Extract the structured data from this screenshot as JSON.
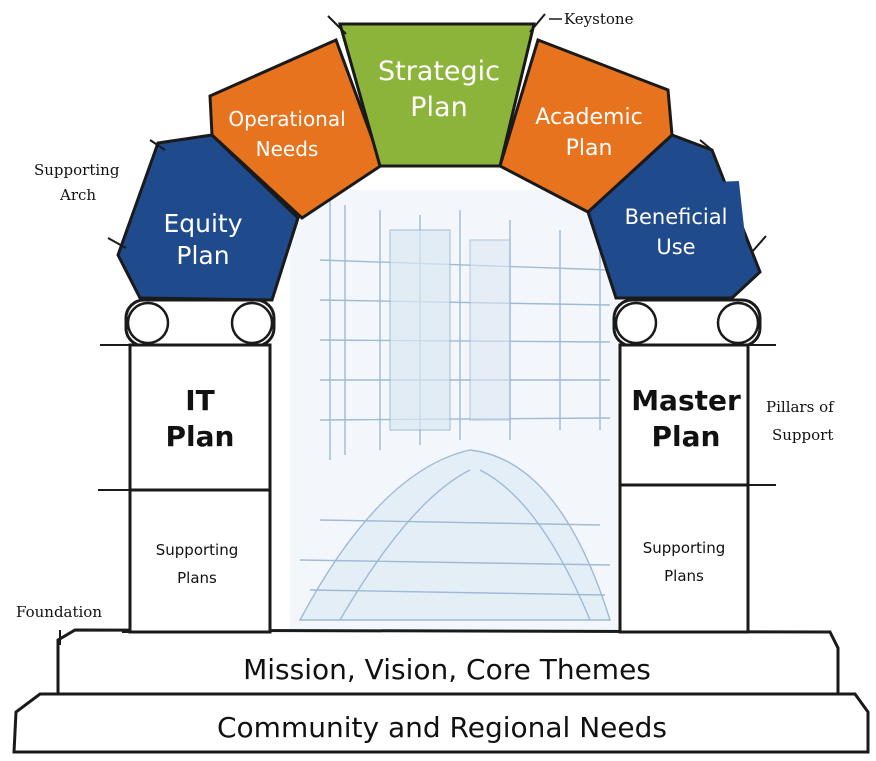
{
  "diagram": {
    "keystone": {
      "label": "Strategic Plan",
      "line1": "Strategic",
      "line2": "Plan",
      "color": "#8cb43a"
    },
    "arch_left_upper": {
      "line1": "Operational",
      "line2": "Needs",
      "color": "#e8731e"
    },
    "arch_right_upper": {
      "line1": "Academic",
      "line2": "Plan",
      "color": "#e8731e"
    },
    "arch_left_lower": {
      "line1": "Equity",
      "line2": "Plan",
      "color": "#1f4a8c"
    },
    "arch_right_lower": {
      "line1": "Beneficial",
      "line2": "Use",
      "color": "#1f4a8c"
    },
    "pillar_left_top": {
      "line1": "IT",
      "line2": "Plan"
    },
    "pillar_left_bottom": {
      "line1": "Supporting",
      "line2": "Plans"
    },
    "pillar_right_top": {
      "line1": "Master",
      "line2": "Plan"
    },
    "pillar_right_bottom": {
      "line1": "Supporting",
      "line2": "Plans"
    },
    "base_upper": "Mission, Vision, Core Themes",
    "base_lower": "Community and Regional Needs"
  },
  "annotations": {
    "keystone": "Keystone",
    "supporting_arch_1": "Supporting",
    "supporting_arch_2": "Arch",
    "pillars_1": "Pillars of",
    "pillars_2": "Support",
    "foundation": "Foundation"
  },
  "colors": {
    "outline": "#1a1a1a",
    "sketch": "#9fbad6"
  }
}
